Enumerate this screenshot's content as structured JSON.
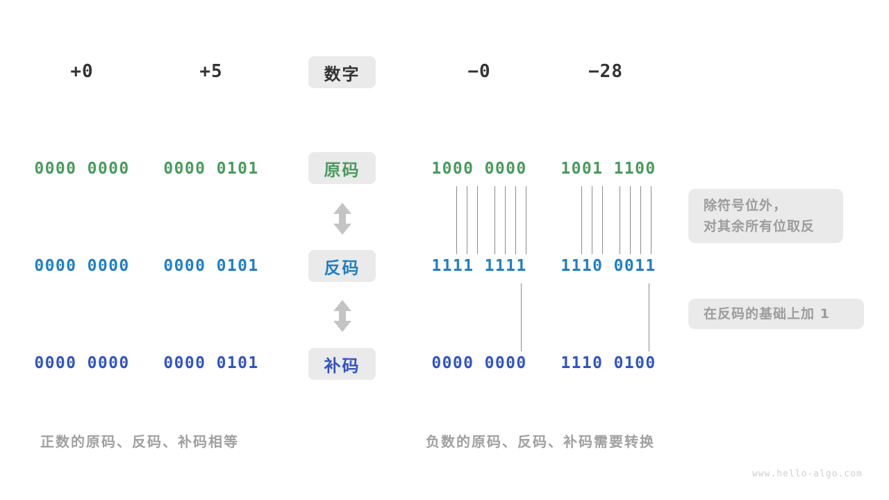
{
  "page": {
    "watermark": "www.hello-algo.com"
  },
  "header": {
    "label": "数字",
    "columns": [
      {
        "name": "plus-zero",
        "value": "+0"
      },
      {
        "name": "plus-five",
        "value": "+5"
      },
      {
        "name": "minus-zero",
        "value": "−0"
      },
      {
        "name": "minus-28",
        "value": "−28"
      }
    ]
  },
  "rows": [
    {
      "key": "sign-magnitude",
      "label": "原码",
      "color": "#4a9a5c",
      "values": {
        "plus_zero": "0000 0000",
        "plus_five": "0000 0101",
        "minus_zero": "1000 0000",
        "minus_28": "1001 1100"
      }
    },
    {
      "key": "ones-complement",
      "label": "反码",
      "color": "#1f7fc4",
      "values": {
        "plus_zero": "0000 0000",
        "plus_five": "0000 0101",
        "minus_zero": "1111 1111",
        "minus_28": "1110 0011"
      }
    },
    {
      "key": "twos-complement",
      "label": "补码",
      "color": "#3154c4",
      "values": {
        "plus_zero": "0000 0000",
        "plus_five": "0000 0101",
        "minus_zero": "0000 0000",
        "minus_28": "1110 0100"
      }
    }
  ],
  "notes": [
    {
      "key": "invert-note",
      "text": "除符号位外，\n对其余所有位取反"
    },
    {
      "key": "add-one-note",
      "text": "在反码的基础上加 1"
    }
  ],
  "captions": {
    "left": "正数的原码、反码、补码相等",
    "right": "负数的原码、反码、补码需要转换"
  },
  "icons": {
    "arrow_up_down": "up-down-arrow-icon"
  }
}
